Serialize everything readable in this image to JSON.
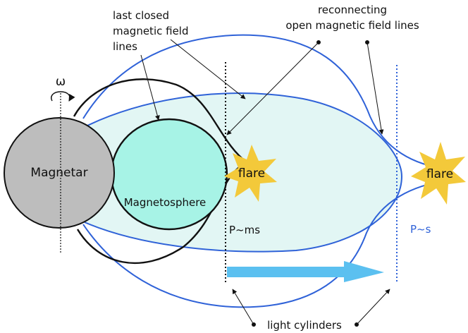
{
  "labels": {
    "omega": "ω",
    "magnetar": "Magnetar",
    "magnetosphere": "Magnetosphere",
    "flare_inner": "flare",
    "flare_outer": "flare",
    "last_closed_line1": "last closed",
    "last_closed_line2": "magnetic field",
    "last_closed_line3": "lines",
    "reconnecting_line1": "reconnecting",
    "reconnecting_line2": "open magnetic field lines",
    "period_ms": "P~ms",
    "period_s": "P~s",
    "light_cylinders": "light cylinders"
  },
  "colors": {
    "star": "#bdbdbd",
    "magnetosphere": "#a7f3e6",
    "outer_region": "#e2f6f4",
    "field_blue": "#2f62d8",
    "flare": "#f3c93a",
    "arrow": "#5bc0f0"
  }
}
